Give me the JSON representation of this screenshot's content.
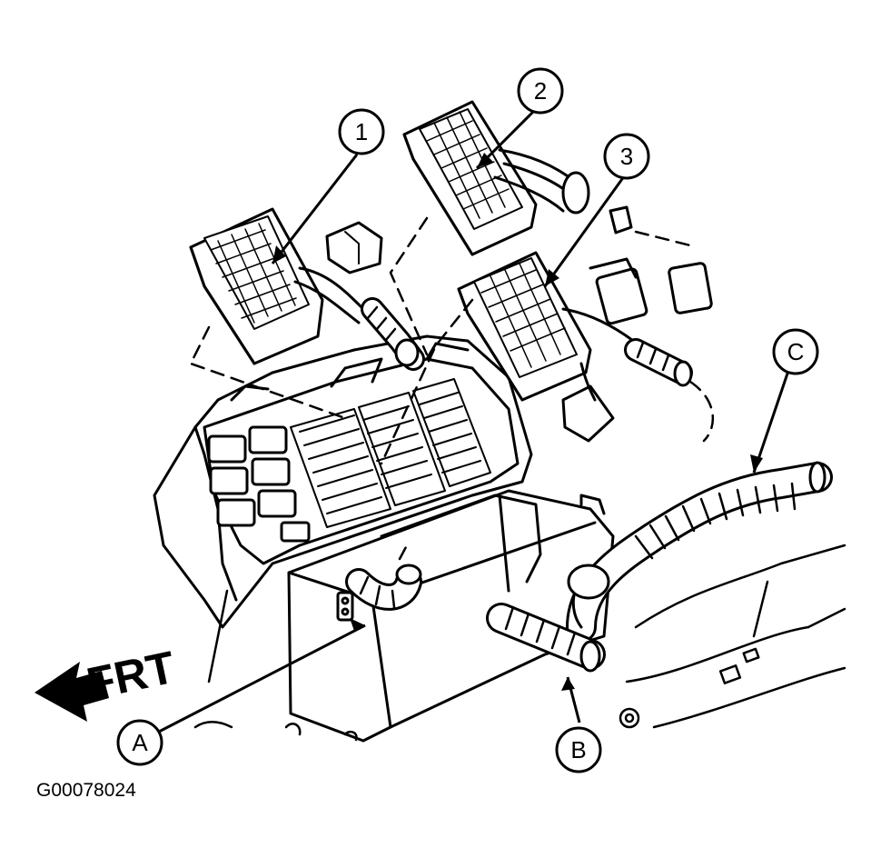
{
  "callouts": {
    "c1": "1",
    "c2": "2",
    "c3": "3",
    "cA": "A",
    "cB": "B",
    "cC": "C"
  },
  "direction_label": "FRT",
  "figure_id": "G00078024",
  "colors": {
    "ink": "#000000",
    "paper": "#ffffff"
  }
}
